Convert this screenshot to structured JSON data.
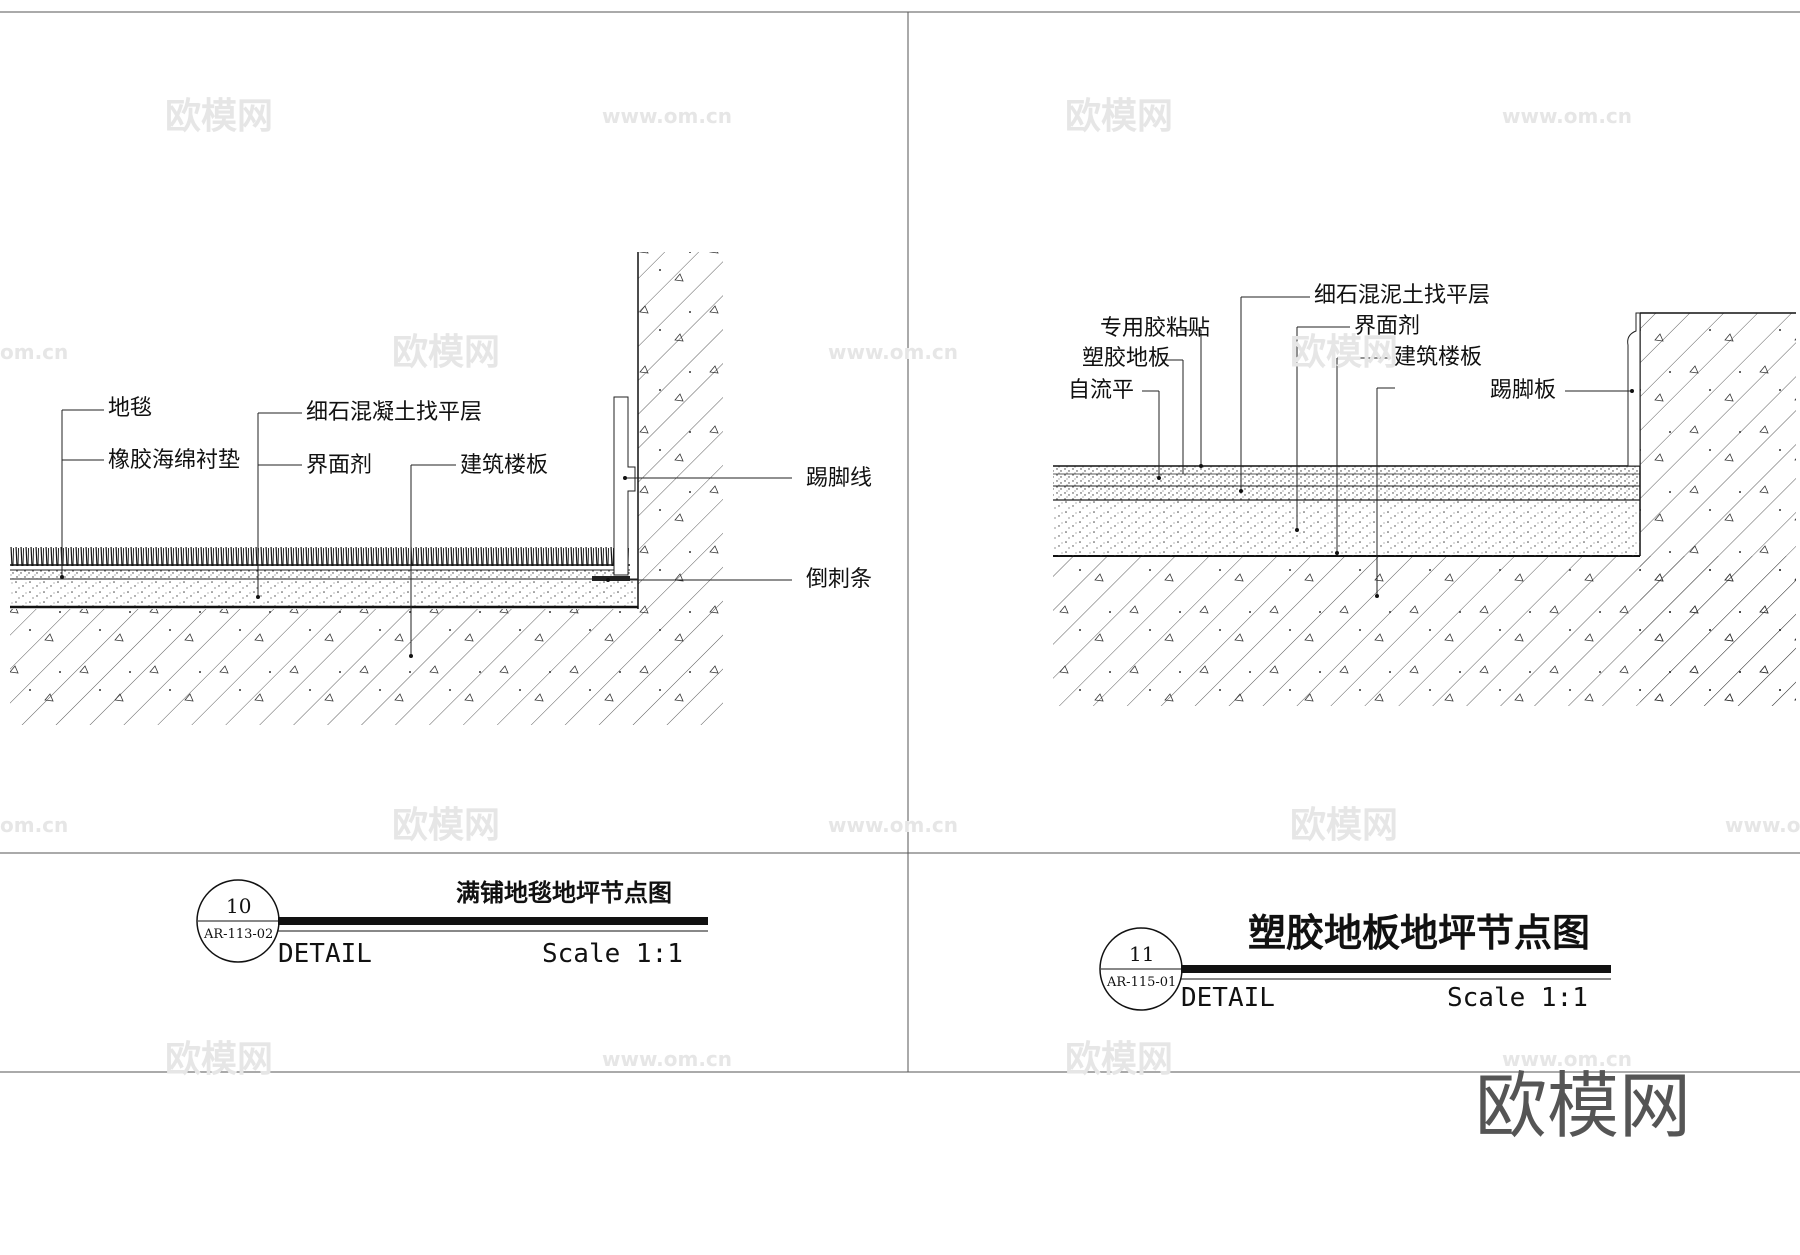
{
  "left_detail": {
    "labels": {
      "carpet": "地毯",
      "rubber_pad": "橡胶海绵衬垫",
      "screed": "细石混凝土找平层",
      "interface_agent": "界面剂",
      "floor_slab": "建筑楼板",
      "skirting": "踢脚线",
      "gripper": "倒刺条"
    },
    "title": "满铺地毯地坪节点图",
    "number": "10",
    "ref": "AR-113-02",
    "detail_word": "DETAIL",
    "scale": "Scale 1:1"
  },
  "right_detail": {
    "labels": {
      "adhesive": "专用胶粘贴",
      "vinyl": "塑胶地板",
      "self_level": "自流平",
      "screed": "细石混泥土找平层",
      "interface_agent": "界面剂",
      "floor_slab": "建筑楼板",
      "skirting": "踢脚板"
    },
    "title": "塑胶地板地坪节点图",
    "number": "11",
    "ref": "AR-115-01",
    "detail_word": "DETAIL",
    "scale": "Scale 1:1"
  },
  "watermarks": {
    "logo_small": "欧模网",
    "url": "www.om.cn",
    "url_partial": "om.cn",
    "logo_large": "欧模网"
  }
}
